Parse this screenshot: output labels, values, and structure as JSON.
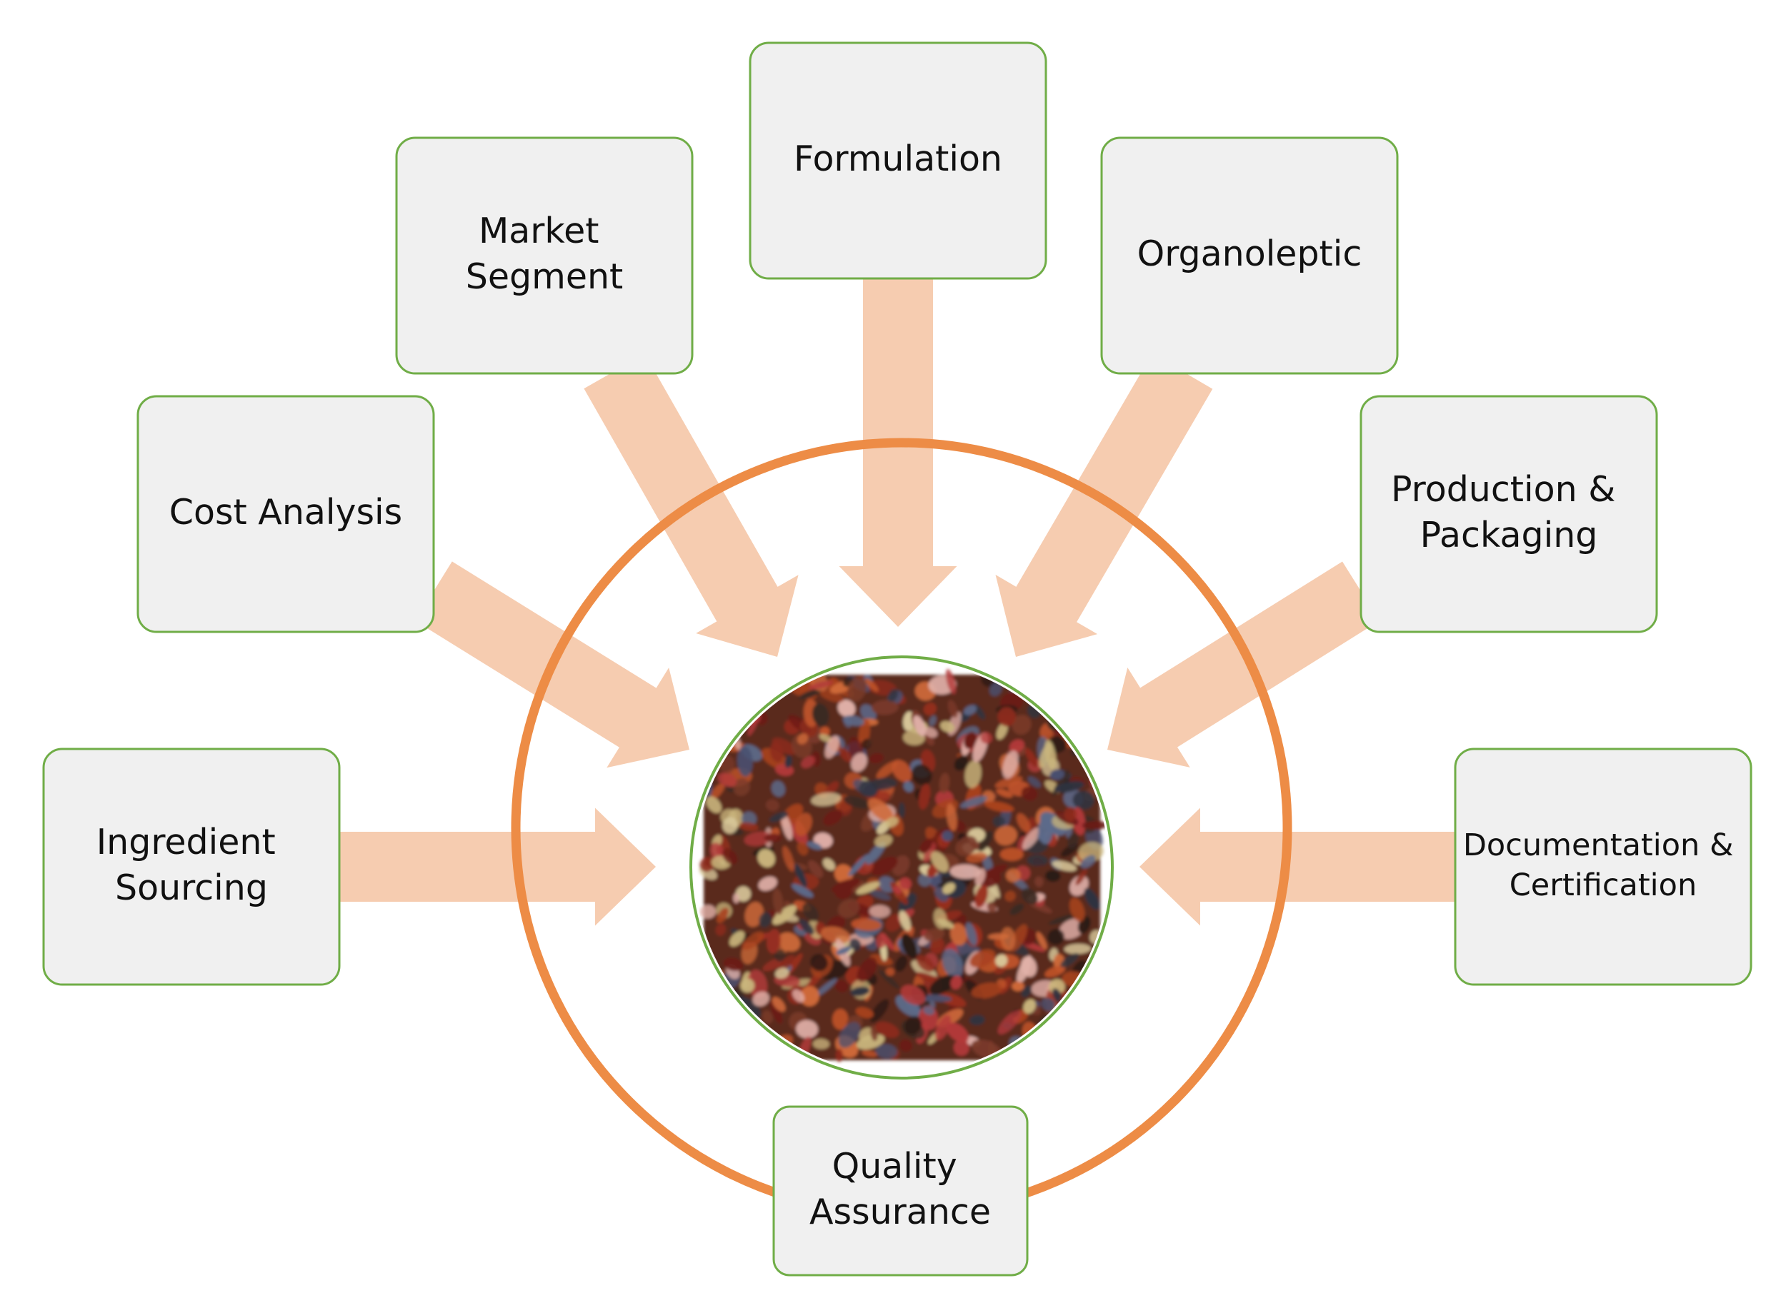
{
  "colors": {
    "box_fill": "#f0f0f0",
    "box_border": "#70ad47",
    "arrow": "#f6ccb0",
    "ring": "#ed8c46",
    "center_border": "#70ad47"
  },
  "center": {
    "image": "dried fruit tea blend"
  },
  "boxes": {
    "formulation": {
      "lines": [
        "Formulation"
      ]
    },
    "market_segment": {
      "lines": [
        "Market",
        "Segment"
      ]
    },
    "organoleptic": {
      "lines": [
        "Organoleptic"
      ]
    },
    "cost_analysis": {
      "lines": [
        "Cost Analysis"
      ]
    },
    "production_packaging": {
      "lines": [
        "Production &",
        "Packaging"
      ]
    },
    "ingredient_sourcing": {
      "lines": [
        "Ingredient",
        "Sourcing"
      ]
    },
    "documentation_certification": {
      "lines": [
        "Documentation &",
        "Certification"
      ]
    },
    "quality_assurance": {
      "lines": [
        "Quality",
        "Assurance"
      ]
    }
  }
}
